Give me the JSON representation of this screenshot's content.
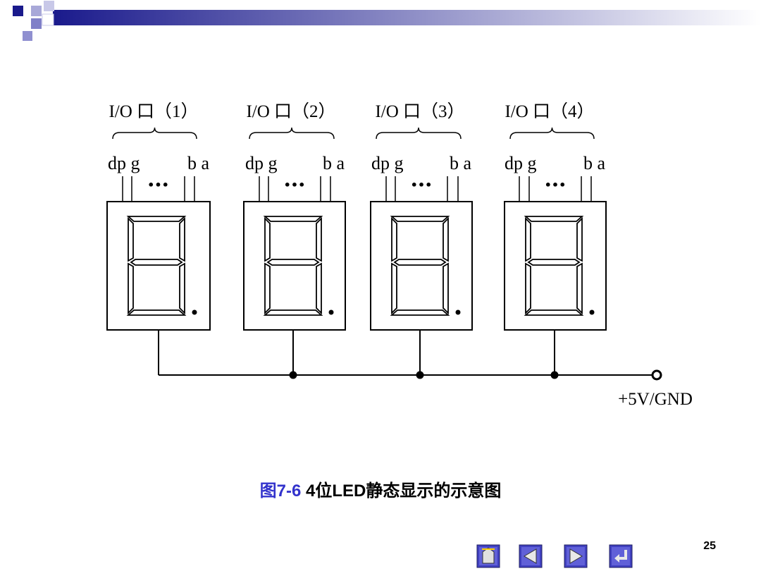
{
  "header": {
    "gradient_start": "#1a1a8c",
    "gradient_end": "#ffffff"
  },
  "diagram": {
    "port_labels": [
      "I/O 口（1）",
      "I/O 口（2）",
      "I/O 口（3）",
      "I/O 口（4）"
    ],
    "pin_left": "dp g",
    "pin_right": "b a",
    "ellipsis": "•••",
    "supply_label": "+5V/GND",
    "digit_count": 4
  },
  "caption": {
    "number": "图7-6",
    "text": "4位LED静态显示的示意图"
  },
  "page_number": "25",
  "nav": {
    "items": [
      "home-icon",
      "prev-icon",
      "next-icon",
      "return-icon"
    ],
    "color": "#4040c0"
  }
}
